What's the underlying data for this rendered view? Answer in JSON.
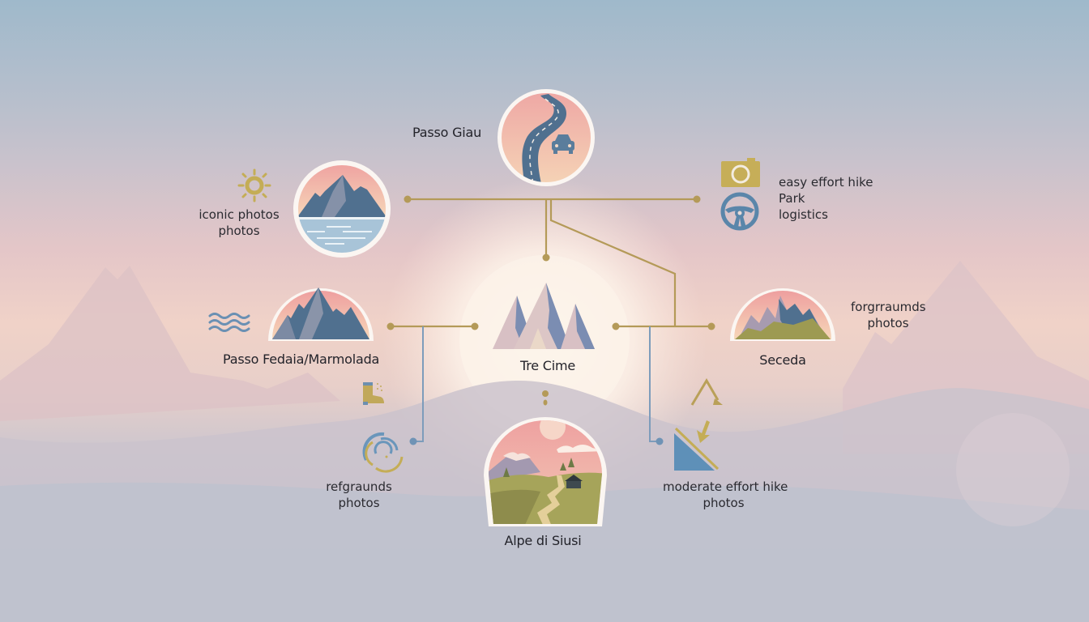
{
  "diagram": {
    "colors": {
      "connector_gold": "#b49a58",
      "connector_blue": "#6f93b5",
      "mountain_blue": "#4f6f93",
      "mountain_slate": "#8a93a8",
      "sky_pink": "#eeaaa8",
      "sky_peach": "#f6d6bc",
      "water": "#a9c5da",
      "meadow_olive": "#9d9a52",
      "icon_gold": "#c4ad56",
      "icon_blue": "#5a86aa"
    },
    "nodes": [
      {
        "id": "passo-giau",
        "label": "Passo Giau",
        "icon": "winding-road-car-icon"
      },
      {
        "id": "lake-peaks",
        "label": "",
        "icon": "mountain-lake-icon"
      },
      {
        "id": "passo-fedaia",
        "label": "Passo Fedaia/Marmolada",
        "icon": "mountain-peaks-icon"
      },
      {
        "id": "tre-cime",
        "label": "Tre Cime",
        "icon": "three-peaks-icon"
      },
      {
        "id": "seceda",
        "label": "Seceda",
        "icon": "green-ridge-mountain-icon"
      },
      {
        "id": "alpe-di-siusi",
        "label": "Alpe di Siusi",
        "icon": "alpine-meadow-icon"
      }
    ],
    "annotations": {
      "iconic": {
        "line1": "iconic photos",
        "line2": "photos",
        "icon": "sun-icon"
      },
      "logistics": {
        "line1": "easy effort hike",
        "line2": "Park",
        "line3": "logistics",
        "icons": [
          "camera-icon",
          "steering-wheel-icon"
        ]
      },
      "foregrounds": {
        "line1": "forgrraumds",
        "line2": "photos"
      },
      "refgraunds": {
        "line1": "refgraunds",
        "line2": "photos",
        "icon": "swirl-rings-icon"
      },
      "moderate": {
        "line1": "moderate effort hike",
        "line2": "photos",
        "icon": "slope-arrow-icon"
      },
      "water_icon": "water-waves-icon",
      "boot_icon": "hiking-boot-icon",
      "peak_icon": "triangle-peak-icon"
    }
  }
}
